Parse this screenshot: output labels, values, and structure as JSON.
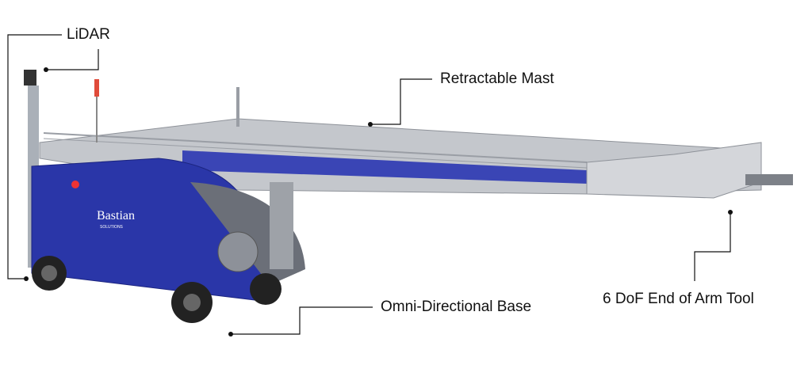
{
  "callouts": {
    "lidar": "LiDAR",
    "mast": "Retractable Mast",
    "base": "Omni-Directional Base",
    "eoat": "6 DoF End of Arm Tool"
  },
  "robot": {
    "logo_text": "Bastian",
    "logo_subtext": "SOLUTIONS",
    "body_color": "#2a36a8",
    "mast_color": "#b9bcc2"
  }
}
